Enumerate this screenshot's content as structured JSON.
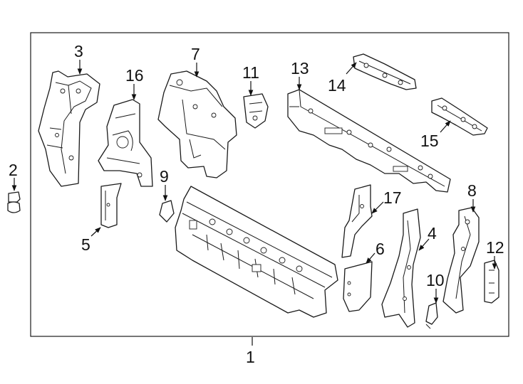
{
  "diagram": {
    "callouts": [
      {
        "id": "1",
        "text": "1"
      },
      {
        "id": "2",
        "text": "2"
      },
      {
        "id": "3",
        "text": "3"
      },
      {
        "id": "4",
        "text": "4"
      },
      {
        "id": "5",
        "text": "5"
      },
      {
        "id": "6",
        "text": "6"
      },
      {
        "id": "7",
        "text": "7"
      },
      {
        "id": "8",
        "text": "8"
      },
      {
        "id": "9",
        "text": "9"
      },
      {
        "id": "10",
        "text": "10"
      },
      {
        "id": "11",
        "text": "11"
      },
      {
        "id": "12",
        "text": "12"
      },
      {
        "id": "13",
        "text": "13"
      },
      {
        "id": "14",
        "text": "14"
      },
      {
        "id": "15",
        "text": "15"
      },
      {
        "id": "16",
        "text": "16"
      },
      {
        "id": "17",
        "text": "17"
      }
    ]
  },
  "colors": {
    "line": "#1a1a1a",
    "background": "#ffffff"
  }
}
